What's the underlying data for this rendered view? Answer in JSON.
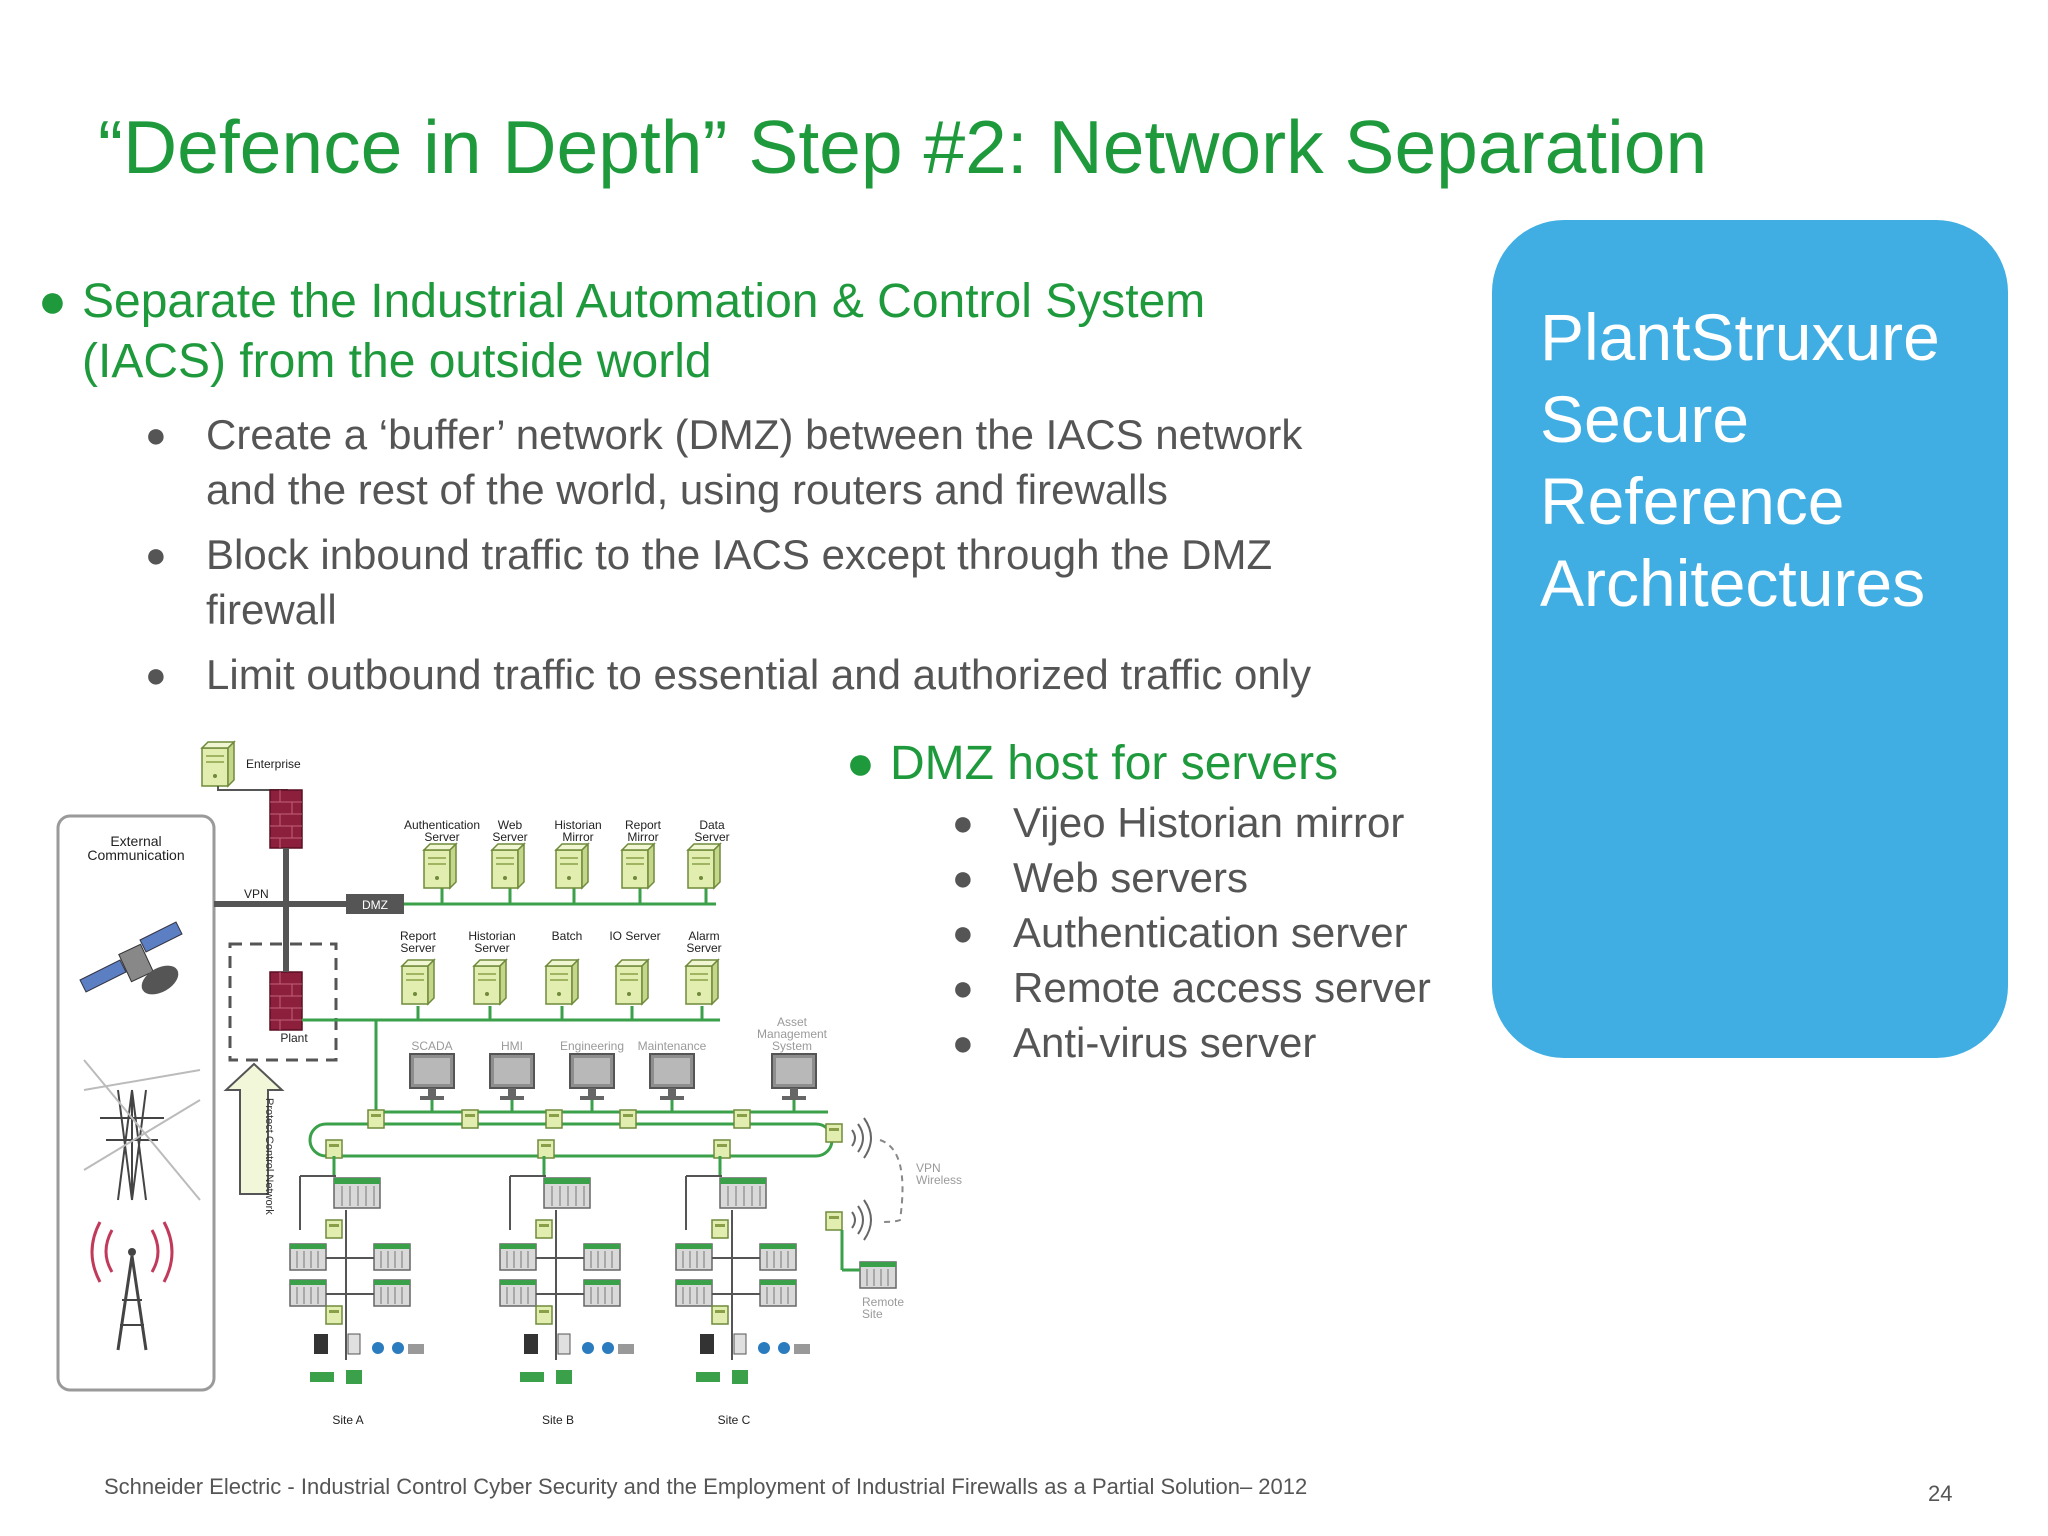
{
  "slide": {
    "title": "“Defence in Depth” Step #2: Network Separation",
    "bullet_symbol": "●",
    "main_bullet": {
      "line1": "Separate the Industrial Automation & Control System",
      "line2": "(IACS) from the outside world"
    },
    "sub_bullets": [
      {
        "line1": "Create a ‘buffer’ network (DMZ) between the IACS network",
        "line2": "and the rest of the world, using routers and firewalls"
      },
      {
        "line1": "Block inbound traffic to the IACS except through the DMZ",
        "line2": "firewall"
      },
      {
        "line1": "Limit outbound traffic to essential and authorized traffic only"
      }
    ],
    "dmz_bullet": {
      "label": "DMZ host for servers",
      "items": [
        "Vijeo Historian mirror",
        "Web servers",
        "Authentication server",
        "Remote access server",
        "Anti-virus server"
      ]
    },
    "callout": [
      "PlantStruxure",
      "Secure",
      "Reference",
      "Architectures"
    ],
    "footer": "Schneider Electric - Industrial Control Cyber Security and the Employment of Industrial Firewalls as a Partial Solution– 2012",
    "page_number": "24"
  },
  "diagram": {
    "enterprise": "Enterprise",
    "external": [
      "External",
      "Communication"
    ],
    "vpn": "VPN",
    "dmz": "DMZ",
    "plant": "Plant",
    "protect": "Protect Control Network",
    "dmz_servers": [
      [
        "Authentication",
        "Server"
      ],
      [
        "Web",
        "Server"
      ],
      [
        "Historian",
        "Mirror"
      ],
      [
        "Report",
        "Mirror"
      ],
      [
        "Data",
        "Server"
      ]
    ],
    "plant_servers": [
      [
        "Report",
        "Server"
      ],
      [
        "Historian",
        "Server"
      ],
      [
        "Batch",
        ""
      ],
      [
        "IO Server",
        ""
      ],
      [
        "Alarm",
        "Server"
      ]
    ],
    "workstations": [
      "SCADA",
      "HMI",
      "Engineering",
      "Maintenance"
    ],
    "asset": [
      "Asset",
      "Management",
      "System"
    ],
    "vpn_wireless": [
      "VPN",
      "Wireless"
    ],
    "remote_site": [
      "Remote",
      "Site"
    ],
    "sites": [
      "Site A",
      "Site B",
      "Site C"
    ],
    "colors": {
      "firewall": "#8c1f3c",
      "network": "#3aa14a",
      "server": "#e2eeb0",
      "title": "#1e9a3c",
      "callout": "#40aee3"
    }
  }
}
